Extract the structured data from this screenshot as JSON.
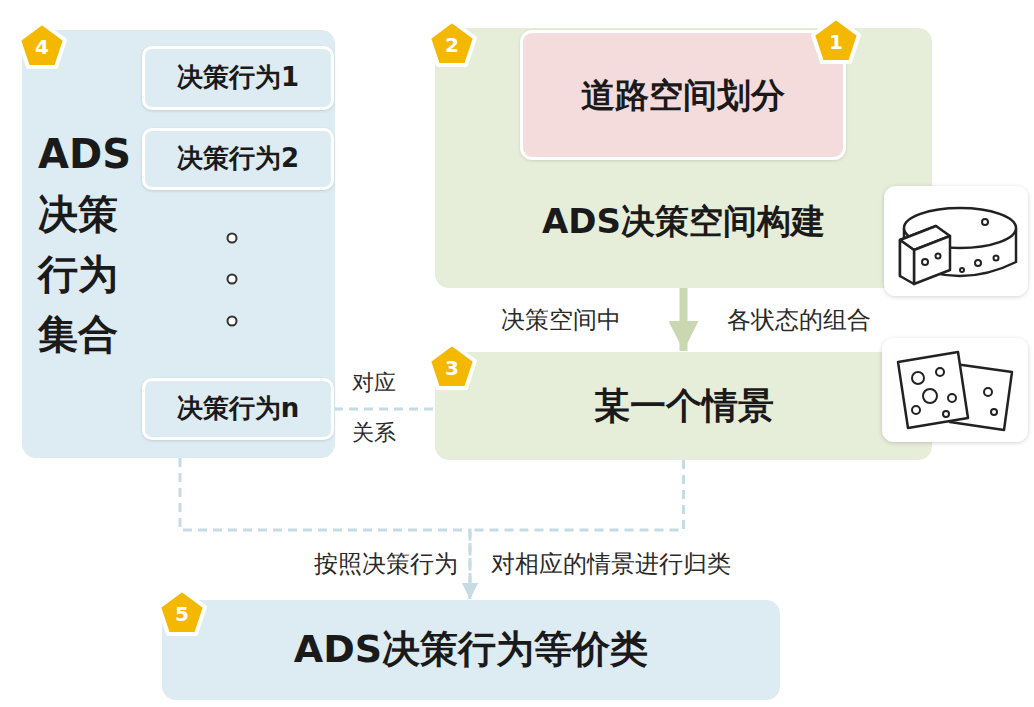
{
  "diagram": {
    "nodes": [
      {
        "text": [
          "ADS决策行为集合"
        ]
      },
      {
        "text": [
          "决策行为1"
        ],
        "in": 0
      },
      {
        "text": [
          "决策行为2"
        ],
        "in": 0
      },
      {
        "text": [
          "决策行为n"
        ],
        "in": 0
      },
      {
        "text": [
          "ADS决策空间构建"
        ]
      },
      {
        "text": [
          "道路空间划分"
        ],
        "in": 4
      },
      {
        "text": [
          "某一个情景"
        ]
      },
      {
        "text": [
          "ADS决策行为等价类"
        ]
      }
    ],
    "edges": [
      {
        "from": 4,
        "to": 6,
        "arrow": "to",
        "label": "决策空间中"
      },
      {
        "from": 3,
        "to": 6,
        "arrow": "none",
        "label": "对应关系"
      },
      {
        "from": 0,
        "to": 7,
        "arrow": "to",
        "label": "按照决策行为"
      },
      {
        "from": 6,
        "to": 7,
        "arrow": "to",
        "label": "对相应的情景进行归类"
      }
    ],
    "labels": [
      "4",
      "2",
      "1",
      "3",
      "5",
      "各状态的组合"
    ]
  }
}
